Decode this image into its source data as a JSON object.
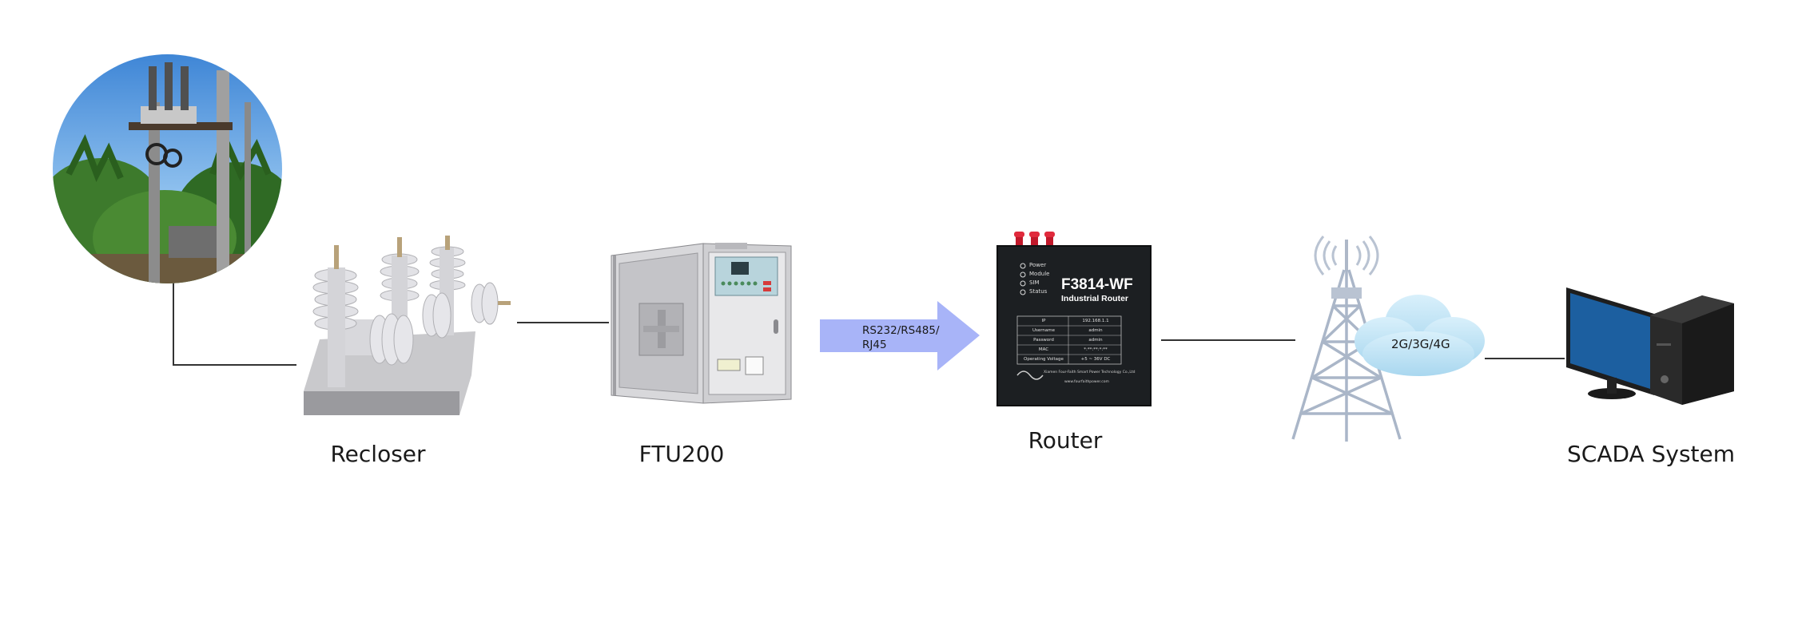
{
  "nodes": {
    "recloser": {
      "label": "Recloser"
    },
    "ftu": {
      "label": "FTU200"
    },
    "router": {
      "label": "Router",
      "model": "F3814-WF",
      "subtitle": "Industrial Router",
      "leds": [
        "Power",
        "Module",
        "SIM",
        "Status"
      ],
      "table": [
        [
          "IP",
          "192.168.1.1"
        ],
        [
          "Username",
          "admin"
        ],
        [
          "Password",
          "admin"
        ],
        [
          "MAC",
          "*:**:**:*:**"
        ],
        [
          "Operating Voltage",
          "+5 ~ 36V DC"
        ]
      ],
      "maker": "Xiamen Four-Faith Smart Power Technology Co.,Ltd",
      "website": "www.fourfaithpower.com"
    },
    "scada": {
      "label": "SCADA System"
    }
  },
  "arrow": {
    "line1": "RS232/RS485/",
    "line2": "RJ45",
    "color": "#a8b4f8"
  },
  "cloud": {
    "label": "2G/3G/4G"
  },
  "icons": [
    "pole-photo",
    "recloser-icon",
    "ftu-cabinet-icon",
    "router-device-icon",
    "cell-tower-icon",
    "cloud-icon",
    "computer-icon"
  ]
}
